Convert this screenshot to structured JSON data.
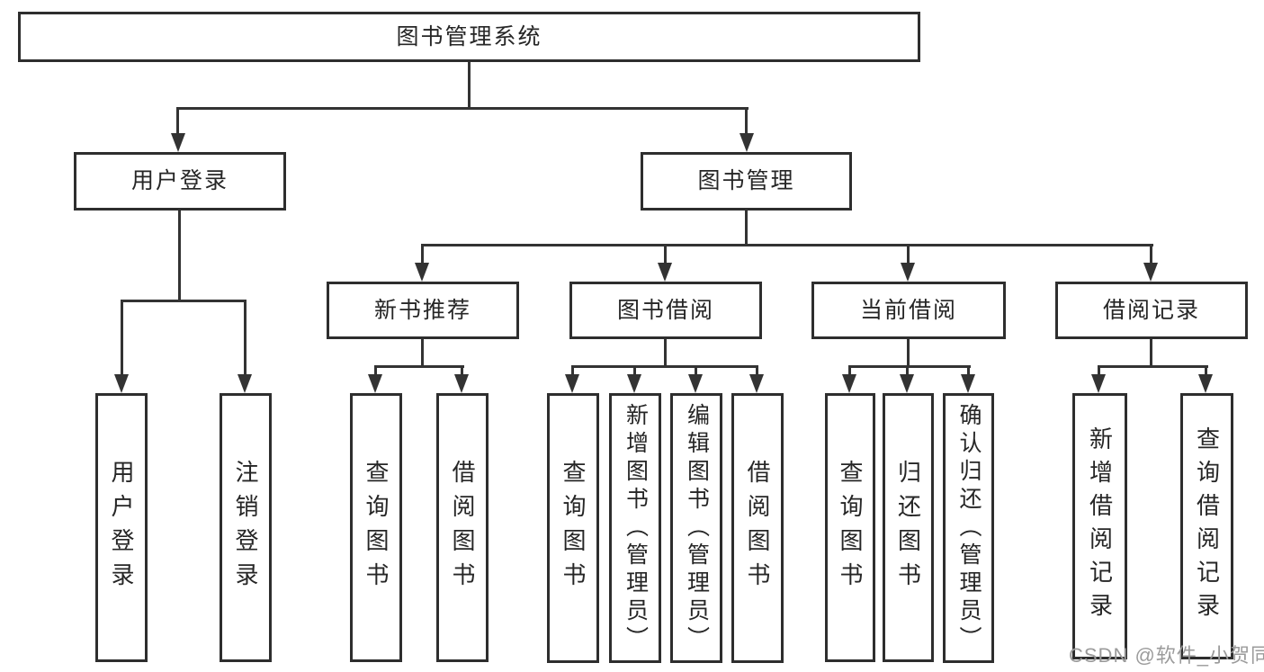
{
  "diagram": {
    "root": {
      "label": "图书管理系统",
      "children": [
        {
          "label": "用户登录",
          "children": [
            {
              "label": "用户登录"
            },
            {
              "label": "注销登录"
            }
          ]
        },
        {
          "label": "图书管理",
          "children": [
            {
              "label": "新书推荐",
              "children": [
                {
                  "label": "查询图书"
                },
                {
                  "label": "借阅图书"
                }
              ]
            },
            {
              "label": "图书借阅",
              "children": [
                {
                  "label": "查询图书"
                },
                {
                  "label": "新增图书（管理员）"
                },
                {
                  "label": "编辑图书（管理员）"
                },
                {
                  "label": "借阅图书"
                }
              ]
            },
            {
              "label": "当前借阅",
              "children": [
                {
                  "label": "查询图书"
                },
                {
                  "label": "归还图书"
                },
                {
                  "label": "确认归还（管理员）"
                }
              ]
            },
            {
              "label": "借阅记录",
              "children": [
                {
                  "label": "新增借阅记录"
                },
                {
                  "label": "查询借阅记录"
                }
              ]
            }
          ]
        }
      ]
    }
  },
  "watermark": {
    "text": "CSDN @软件_小贺同学",
    "color": "#9b9b9b"
  },
  "colors": {
    "line": "#333333",
    "box_border": "#2e2e2e",
    "text": "#262626",
    "background": "#ffffff"
  }
}
